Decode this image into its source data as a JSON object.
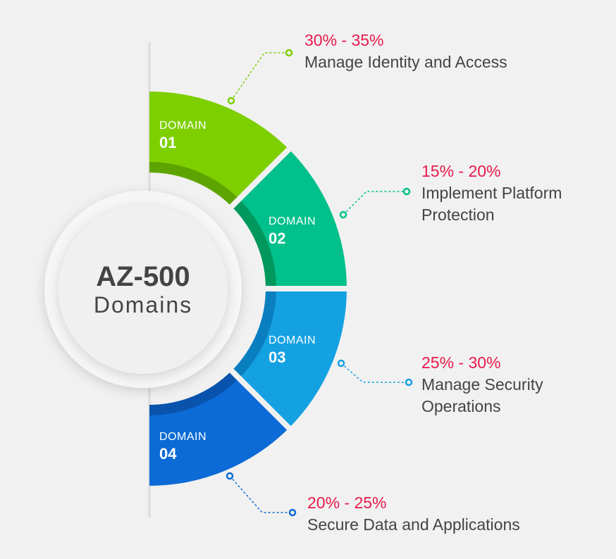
{
  "center": {
    "title": "AZ-500",
    "subtitle": "Domains"
  },
  "colors": {
    "accent": "#e8194b",
    "text": "#444444"
  },
  "domains": [
    {
      "label": "DOMAIN",
      "number": "01",
      "weight": "30% - 35%",
      "name_lines": [
        "Manage Identity and Access"
      ],
      "color": "#7ecf00",
      "dark": "#5ea400"
    },
    {
      "label": "DOMAIN",
      "number": "02",
      "weight": "15% - 20%",
      "name_lines": [
        "Implement Platform",
        "Protection"
      ],
      "color": "#00c08b",
      "dark": "#00985d"
    },
    {
      "label": "DOMAIN",
      "number": "03",
      "weight": "25% - 30%",
      "name_lines": [
        "Manage Security",
        "Operations"
      ],
      "color": "#14a1e2",
      "dark": "#0a7fc0"
    },
    {
      "label": "DOMAIN",
      "number": "04",
      "weight": "20% - 25%",
      "name_lines": [
        "Secure Data and Applications"
      ],
      "color": "#0c6bd6",
      "dark": "#0953ad"
    }
  ]
}
